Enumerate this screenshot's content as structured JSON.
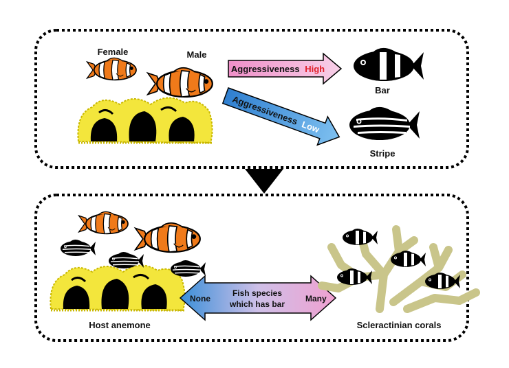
{
  "top_panel": {
    "female_label": "Female",
    "male_label": "Male",
    "arrow_high": {
      "prefix": "Aggressiveness",
      "level": "High"
    },
    "arrow_low": {
      "prefix": "Aggressiveness",
      "level": "Low"
    },
    "bar_label": "Bar",
    "stripe_label": "Stripe"
  },
  "bottom_panel": {
    "anemone_label": "Host anemone",
    "coral_label": "Scleractinian corals",
    "double_arrow": {
      "left": "None",
      "center_line1": "Fish species",
      "center_line2": "which has bar",
      "right": "Many"
    }
  },
  "colors": {
    "clownfish_orange": "#f07a1a",
    "anemone_yellow": "#f3e63c",
    "coral_tan": "#c9c58a",
    "arrow_pink": "#f2a6d2",
    "arrow_blue": "#3a8fd8",
    "high_text": "#e0202a",
    "low_text": "#ffffff"
  },
  "icons": [
    "clownfish-icon",
    "anemone-icon",
    "bar-fish-icon",
    "stripe-fish-icon",
    "coral-icon",
    "down-triangle-icon"
  ]
}
